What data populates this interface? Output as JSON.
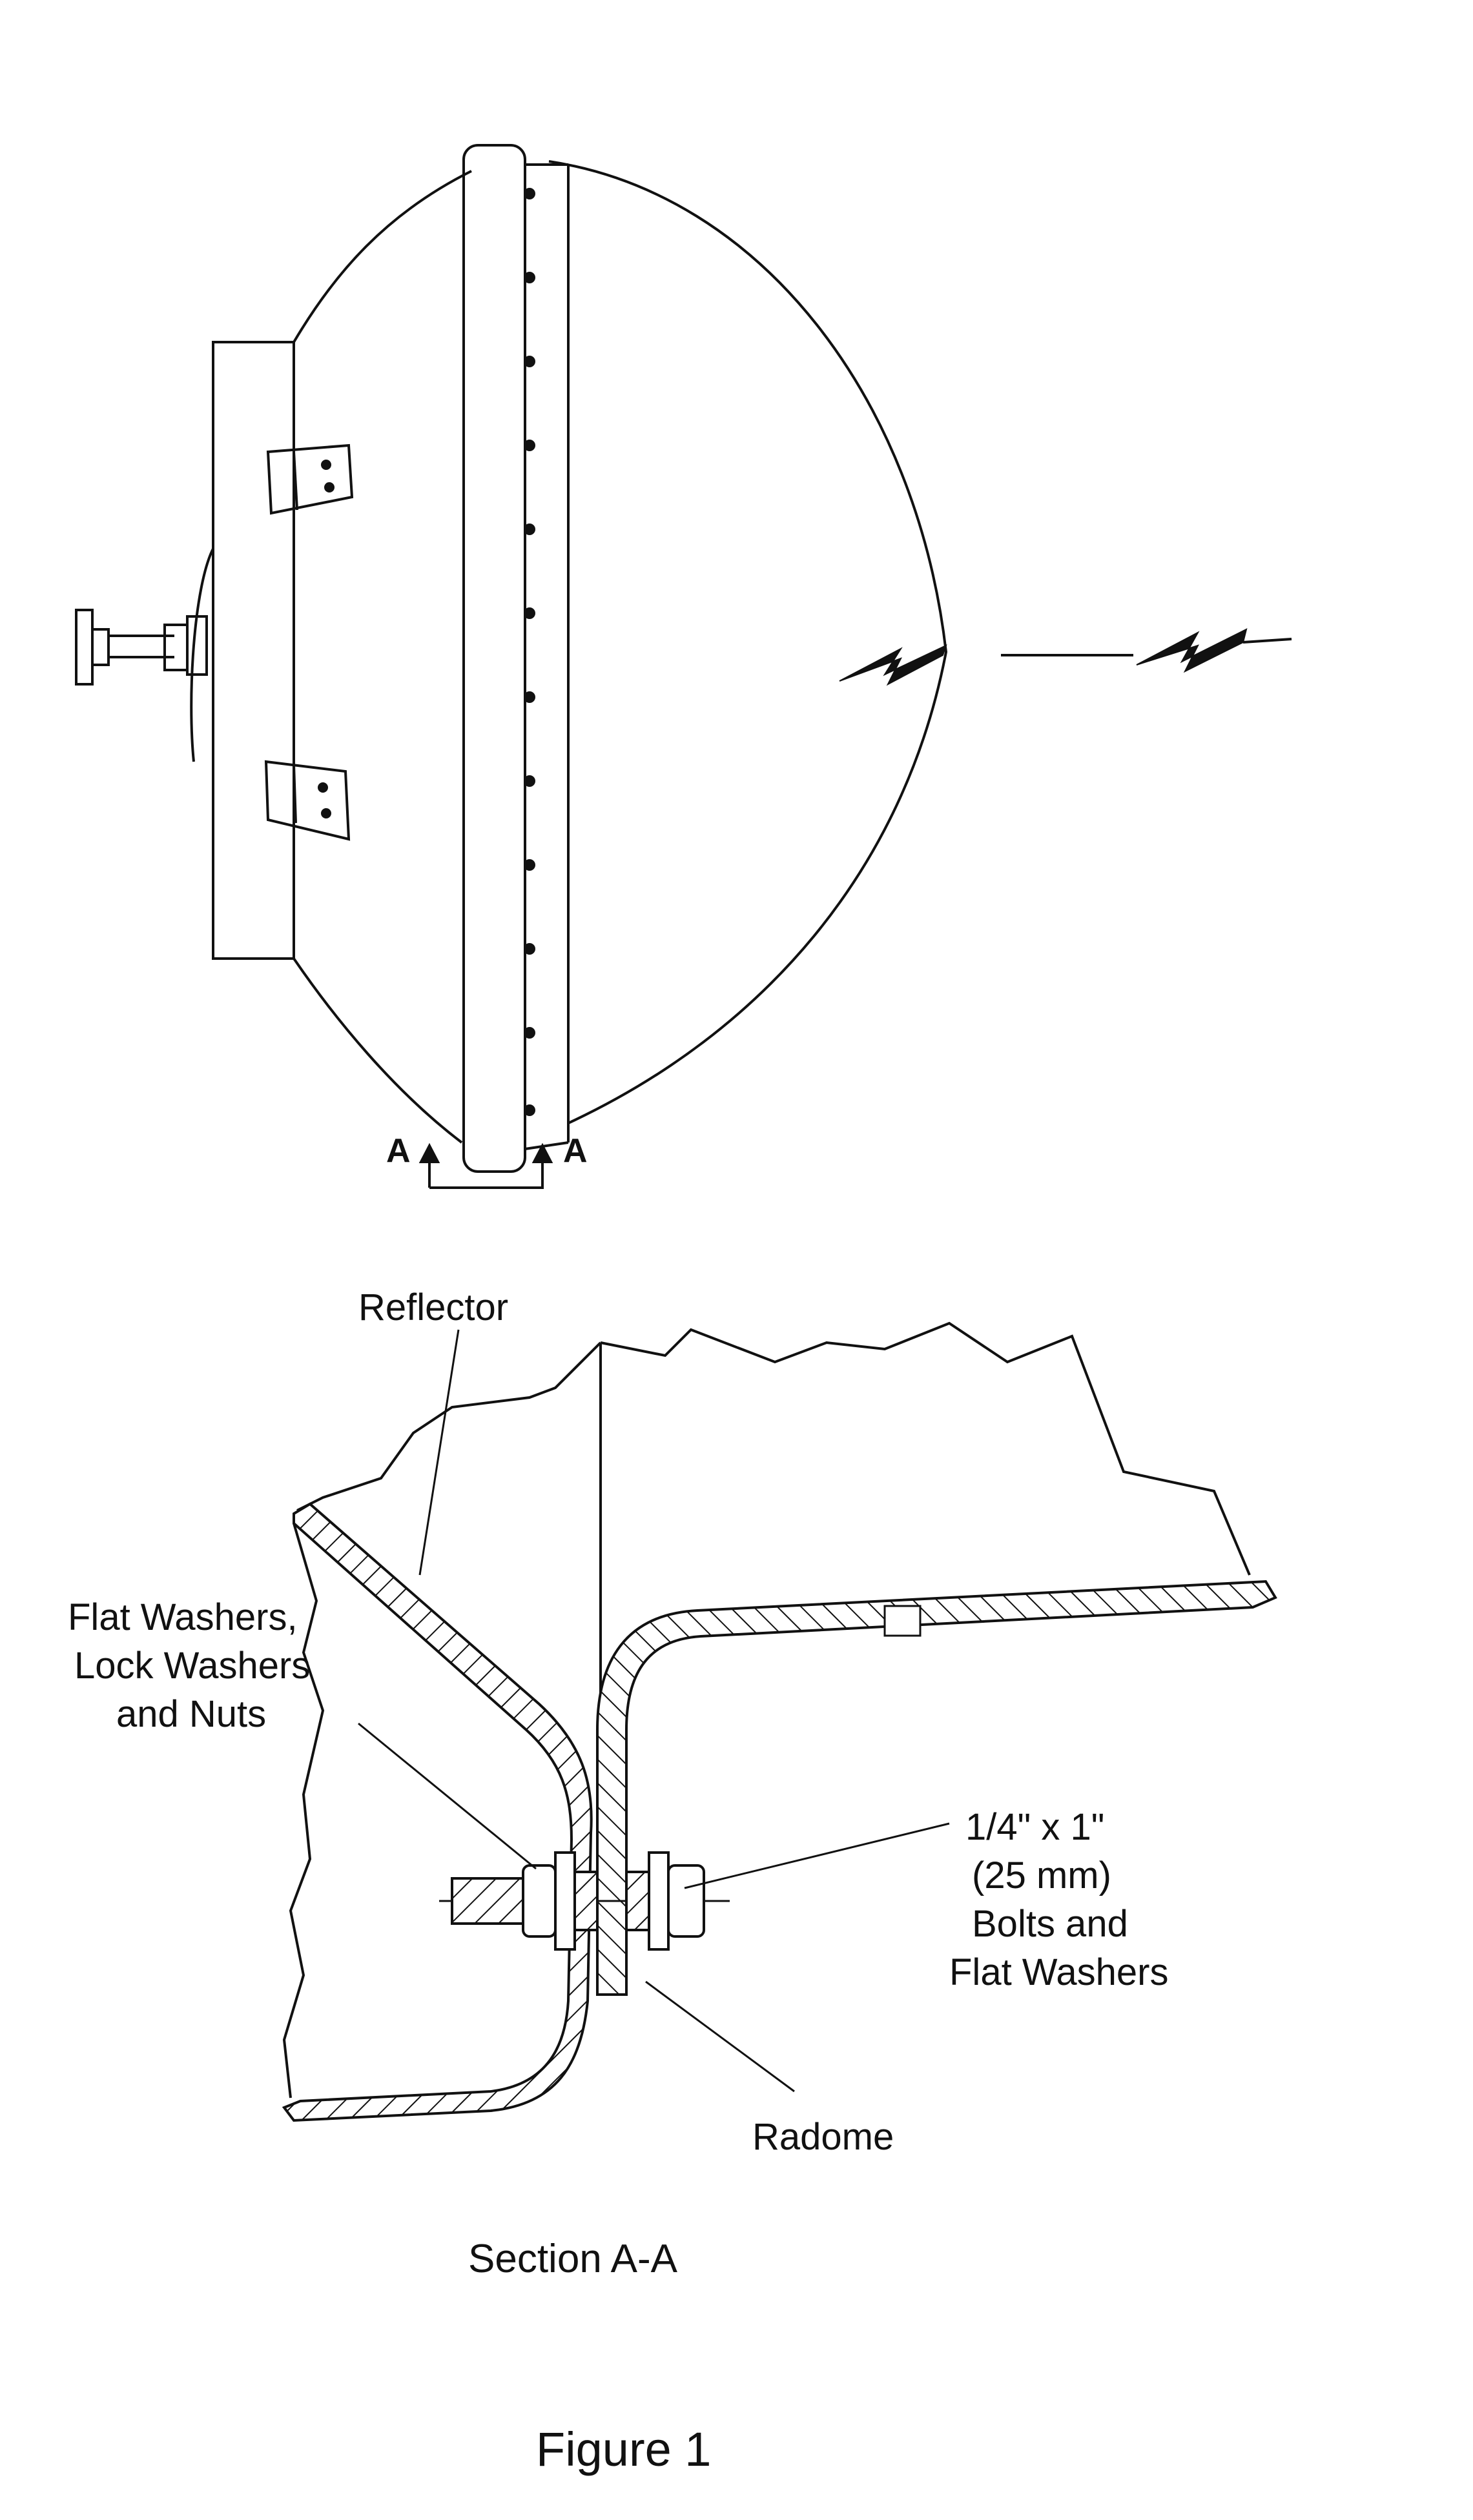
{
  "top_view": {
    "section_marker_left": "A",
    "section_marker_right": "A"
  },
  "section_view": {
    "labels": {
      "reflector": "Reflector",
      "washers_line1": "Flat  Washers,",
      "washers_line2": "Lock Washers",
      "washers_line3": "and Nuts",
      "bolts_line1": "1/4\"  x  1\"",
      "bolts_line2": "(25 mm)",
      "bolts_line3": "Bolts and",
      "bolts_line4": "Flat  Washers",
      "radome": "Radome"
    },
    "caption": "Section A-A"
  },
  "figure_caption": "Figure 1",
  "colors": {
    "ink": "#111111",
    "paper": "#ffffff"
  }
}
